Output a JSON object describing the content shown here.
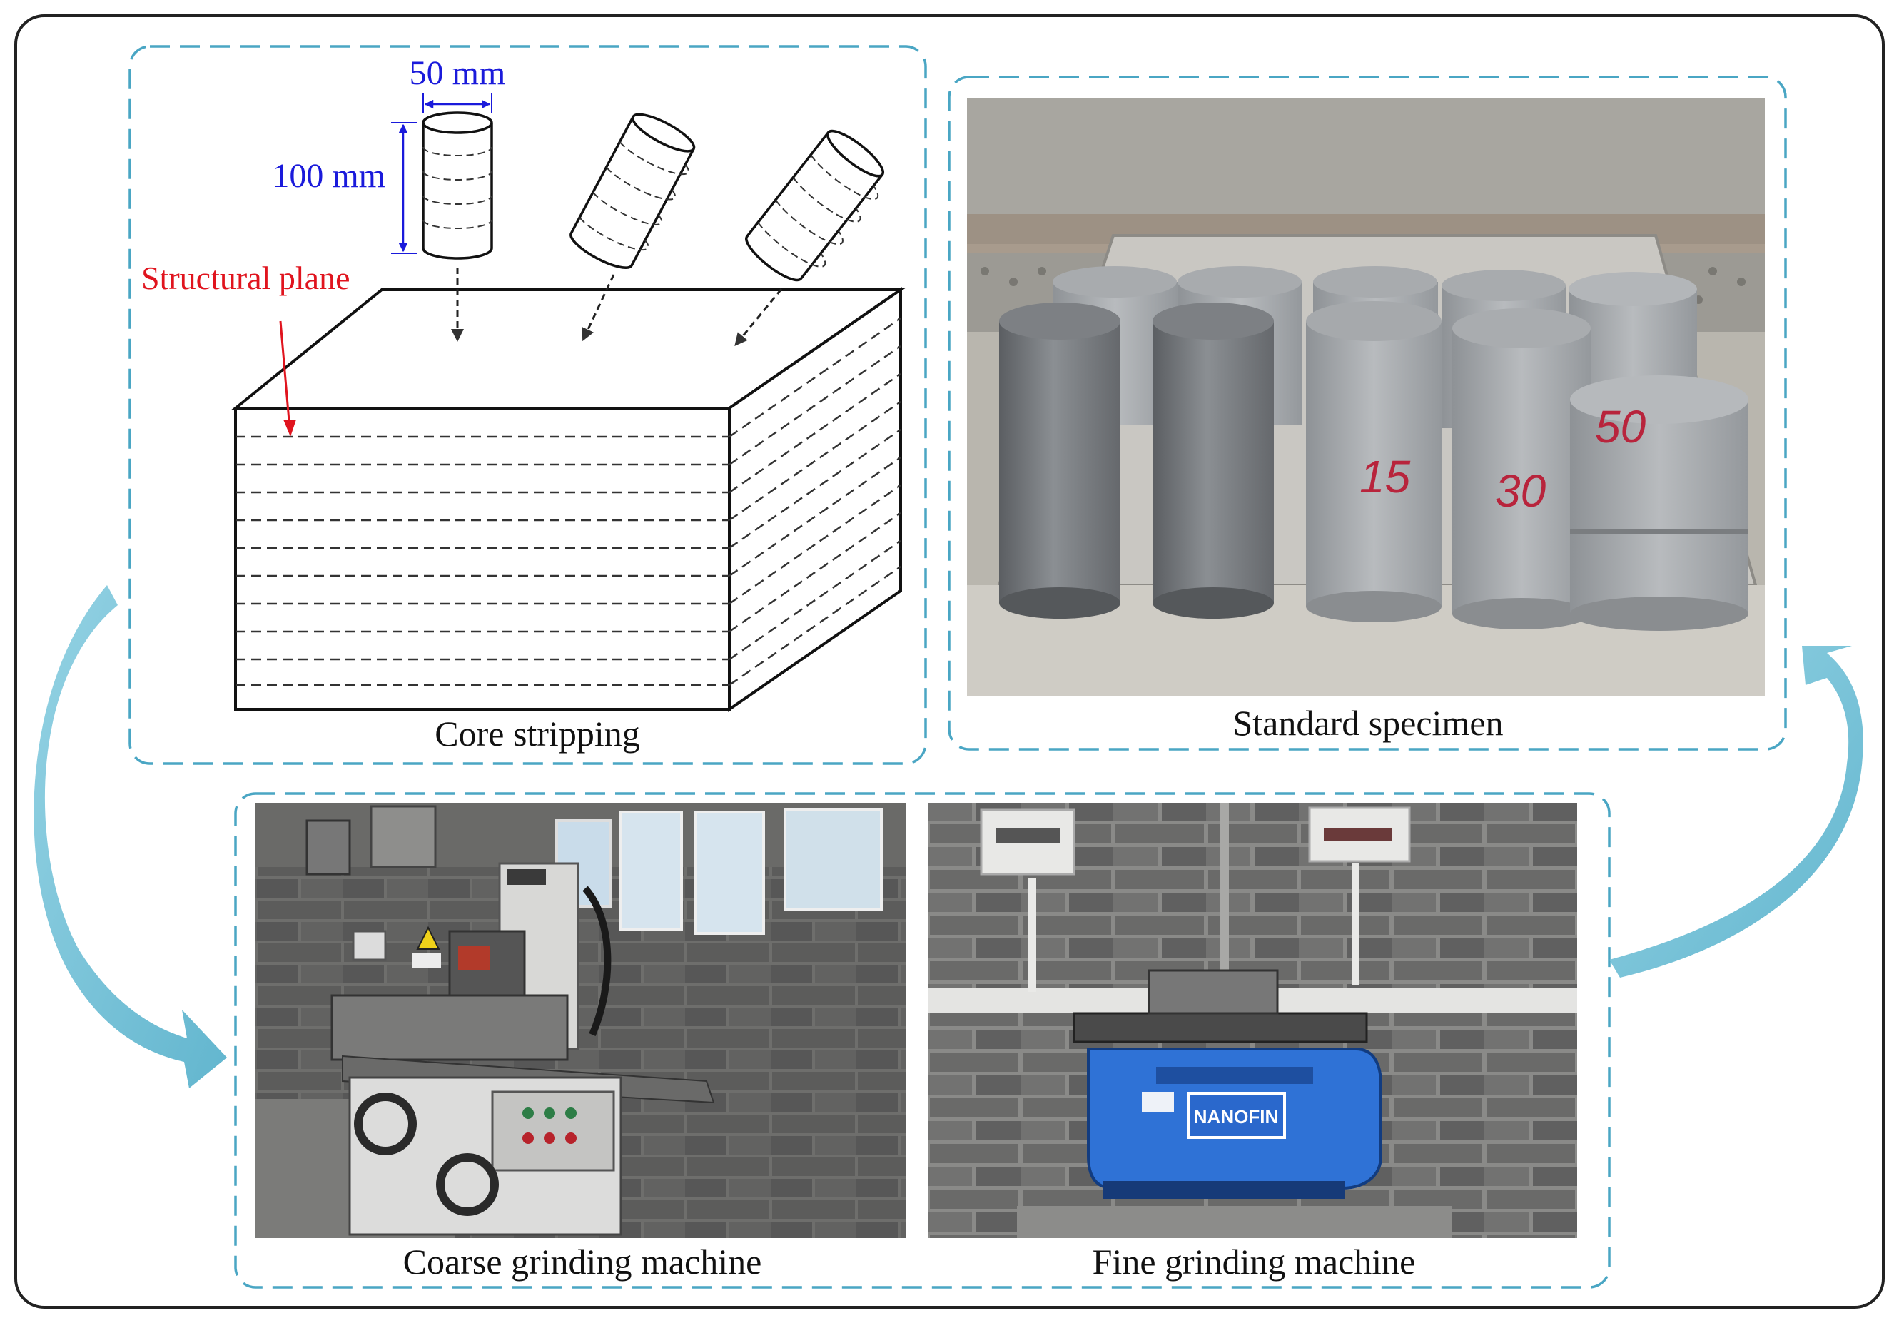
{
  "panels": {
    "core_stripping": {
      "caption": "Core stripping",
      "dimension_width": "50 mm",
      "dimension_height": "100 mm",
      "structural_plane_label": "Structural plane"
    },
    "standard_specimen": {
      "caption": "Standard specimen",
      "specimen_marks": [
        "15",
        "30",
        "50"
      ]
    },
    "coarse_grinding": {
      "caption": "Coarse grinding machine"
    },
    "fine_grinding": {
      "caption": "Fine grinding machine",
      "machine_brand": "NANOFIN"
    }
  },
  "colors": {
    "frame_dash": "#4aa6c4",
    "flow_arrow": "#7cc4d8",
    "dimension_blue": "#1a1adb",
    "structural_red": "#e0141e",
    "marker_red": "#b8243c"
  },
  "flow_arrows": [
    "core-stripping-to-coarse-grinding",
    "fine-grinding-to-standard-specimen"
  ]
}
